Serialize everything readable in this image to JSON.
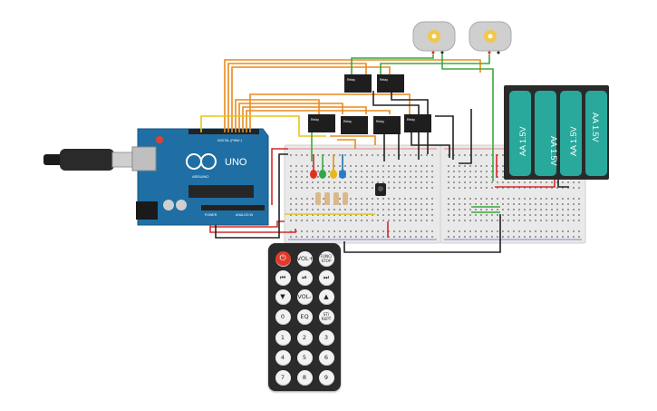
{
  "arduino": {
    "brand": "ARDUINO",
    "model": "UNO",
    "pin_header": "DIGITAL (PWM~)",
    "power_label": "POWER",
    "analog_label": "ANALOG IN"
  },
  "relays": {
    "label": "Relay"
  },
  "batteries": {
    "cells": [
      "AA 1.5V",
      "AA 1.5V",
      "AA 1.5V",
      "AA 1.5V"
    ]
  },
  "remote": {
    "buttons": [
      {
        "label": "⏻",
        "type": "power"
      },
      {
        "label": "VOL+",
        "type": "text"
      },
      {
        "label": "FUNC/ STOP",
        "type": "small"
      },
      {
        "label": "⏮",
        "type": "sym"
      },
      {
        "label": "⏯",
        "type": "sym"
      },
      {
        "label": "⏭",
        "type": "sym"
      },
      {
        "label": "▼",
        "type": "sym"
      },
      {
        "label": "VOL-",
        "type": "text"
      },
      {
        "label": "▲",
        "type": "sym"
      },
      {
        "label": "0",
        "type": "text"
      },
      {
        "label": "EQ",
        "type": "text"
      },
      {
        "label": "ST/ REPT",
        "type": "small"
      },
      {
        "label": "1",
        "type": "text"
      },
      {
        "label": "2",
        "type": "text"
      },
      {
        "label": "3",
        "type": "text"
      },
      {
        "label": "4",
        "type": "text"
      },
      {
        "label": "5",
        "type": "text"
      },
      {
        "label": "6",
        "type": "text"
      },
      {
        "label": "7",
        "type": "text"
      },
      {
        "label": "8",
        "type": "text"
      },
      {
        "label": "9",
        "type": "text"
      }
    ]
  },
  "colors": {
    "arduino_board": "#1f6fa5",
    "breadboard": "#e9e9e9",
    "battery": "#29a89c",
    "relay": "#1e1e1e",
    "wire_orange": "#e98a1e",
    "wire_yellow": "#e8c51a",
    "wire_green": "#3caa3c",
    "wire_black": "#222222",
    "wire_red": "#d12a2a"
  }
}
